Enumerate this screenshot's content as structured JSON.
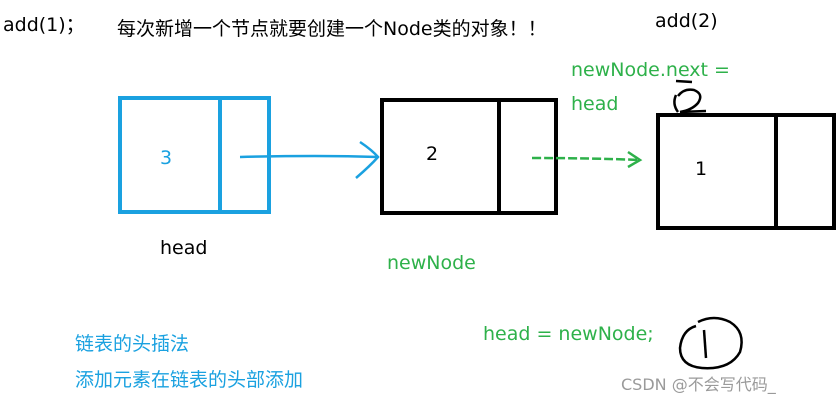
{
  "texts": {
    "add1": "add(1)；",
    "caption": "每次新增一个节点就要创建一个Node类的对象！！",
    "add2": "add(2)",
    "next_line1": "newNode.next =",
    "next_line2": "head",
    "node_head_value": "3",
    "node_new_value": "2",
    "node_old_value": "1",
    "head_label": "head",
    "newnode_label": "newNode",
    "assign": "head = newNode;",
    "note1": "链表的头插法",
    "note2": "添加元素在链表的头部添加",
    "watermark": "CSDN @不会写代码_"
  },
  "handwritten": {
    "step1": "1",
    "step2": "2"
  },
  "colors": {
    "black": "#000000",
    "blue": "#1aa1e0",
    "green": "#2eb14a",
    "watermark": "#9a9a9a"
  }
}
